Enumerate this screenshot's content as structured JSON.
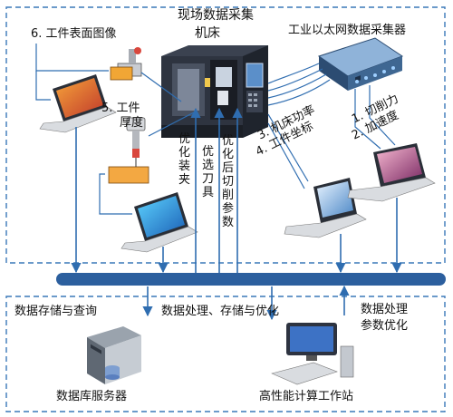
{
  "title": "现场数据采集",
  "machine_label": "机床",
  "collector_label": "工业以太网数据采集器",
  "surface_image_label": "6. 工件表面图像",
  "thickness_label_1": "5. 工件",
  "thickness_label_2": "厚度",
  "cutting_force_label": "1. 切削力",
  "acceleration_label": "2. 加速度",
  "power_label": "3. 机床功率",
  "coordinate_label": "4. 工件坐标",
  "optimize_fixture_label": "优化装夹",
  "select_tool_label": "优选刀具",
  "optimized_params_label": "优化后切削参数",
  "db_store_label": "数据存储与查询",
  "process_store_label": "数据处理、存储与优化",
  "process_opt_label_1": "数据处理",
  "process_opt_label_2": "参数优化",
  "db_server_label": "数据库服务器",
  "workstation_label": "高性能计算工作站",
  "colors": {
    "frame": "#3a78b8",
    "bus": "#2c5f9e",
    "arrow": "#2f6db0",
    "machine_body": "#2e3440",
    "laptop_body": "#2a2f38",
    "keyboard": "#d9dce0"
  }
}
